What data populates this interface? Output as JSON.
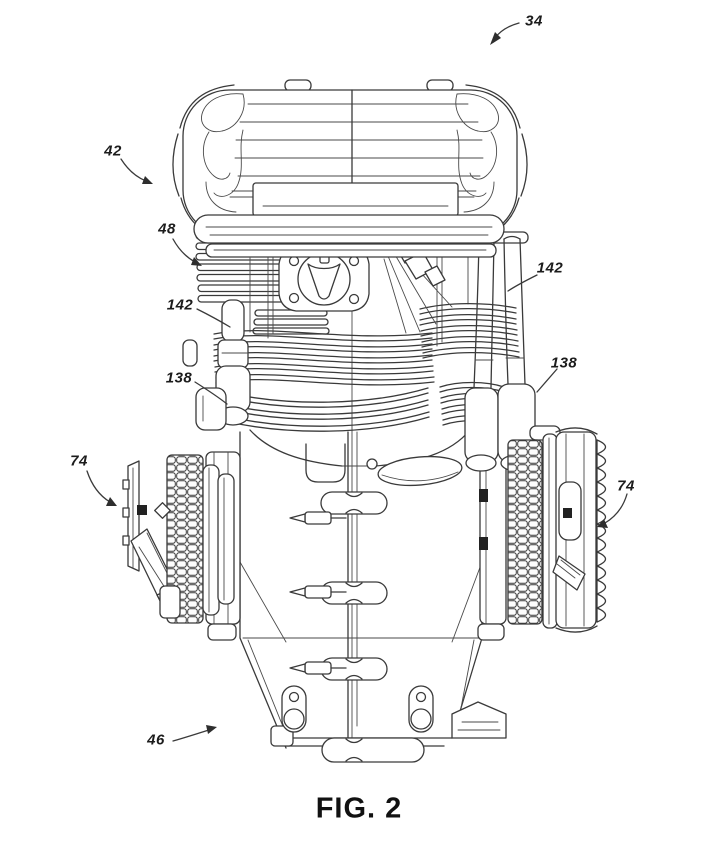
{
  "figure": {
    "caption": "FIG. 2",
    "description": "Patent-style black-and-white line drawing of a motorcycle engine, front elevation"
  },
  "reference_numerals": [
    {
      "id": "34",
      "text": "34"
    },
    {
      "id": "42",
      "text": "42"
    },
    {
      "id": "48",
      "text": "48"
    },
    {
      "id": "142-left",
      "text": "142"
    },
    {
      "id": "138-left",
      "text": "138"
    },
    {
      "id": "142-right",
      "text": "142"
    },
    {
      "id": "138-right",
      "text": "138"
    },
    {
      "id": "74-left",
      "text": "74"
    },
    {
      "id": "74-right",
      "text": "74"
    },
    {
      "id": "46",
      "text": "46"
    }
  ],
  "colors": {
    "line": "#3a3a3a",
    "text": "#1c1c1c",
    "background": "#ffffff"
  }
}
